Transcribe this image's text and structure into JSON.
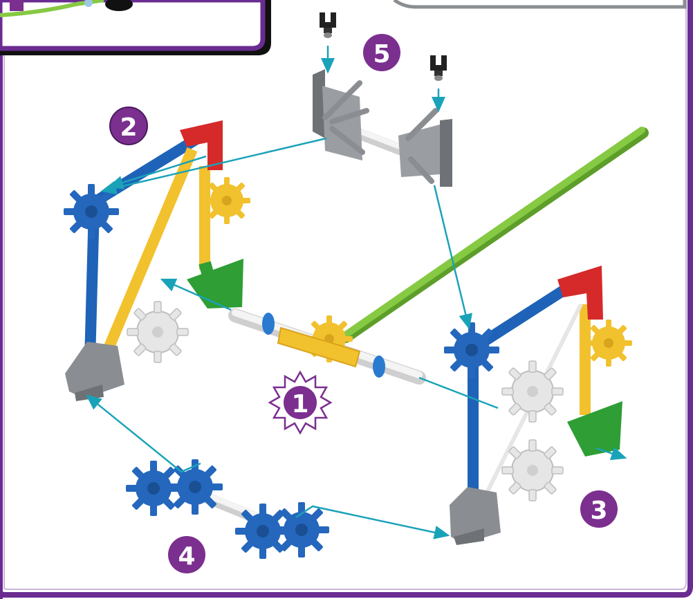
{
  "steps": [
    {
      "id": 1,
      "label": "1"
    },
    {
      "id": 2,
      "label": "2"
    },
    {
      "id": 3,
      "label": "3"
    },
    {
      "id": 4,
      "label": "4"
    },
    {
      "id": 5,
      "label": "5"
    }
  ],
  "colors": {
    "frame_purple": "#6a2c91",
    "badge_purple": "#7b2f8f",
    "arrow": "#1aa3b8",
    "rod_blue": "#1f63b8",
    "rod_yellow": "#f2c12e",
    "rod_green": "#2e9e35",
    "rod_lime": "#86c943",
    "connector_red": "#d62a2a",
    "connector_gray": "#8a8d91",
    "gear_white": "#e8e8e8",
    "gear_blue": "#2467bd",
    "cap_black": "#222222"
  },
  "icons": [
    "knex-gear-icon",
    "knex-rod-icon",
    "knex-connector-icon",
    "knex-cap-icon"
  ]
}
